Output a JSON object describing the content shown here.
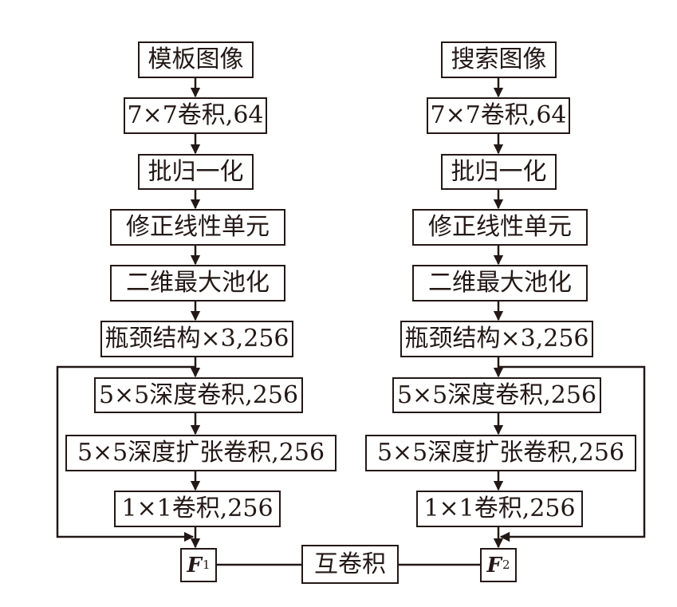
{
  "diagram": {
    "left_branch": {
      "input": "模板图像",
      "layers": [
        "7×7卷积,64",
        "批归一化",
        "修正线性单元",
        "二维最大池化",
        "瓶颈结构×3,256",
        "5×5深度卷积,256",
        "5×5深度扩张卷积,256",
        "1×1卷积,256"
      ],
      "output": {
        "symbol": "F",
        "subscript": "1"
      }
    },
    "right_branch": {
      "input": "搜索图像",
      "layers": [
        "7×7卷积,64",
        "批归一化",
        "修正线性单元",
        "二维最大池化",
        "瓶颈结构×3,256",
        "5×5深度卷积,256",
        "5×5深度扩张卷积,256",
        "1×1卷积,256"
      ],
      "output": {
        "symbol": "F",
        "subscript": "2"
      }
    },
    "fusion": "互卷积",
    "colors": {
      "stroke": "#231815",
      "background": "#ffffff"
    }
  }
}
